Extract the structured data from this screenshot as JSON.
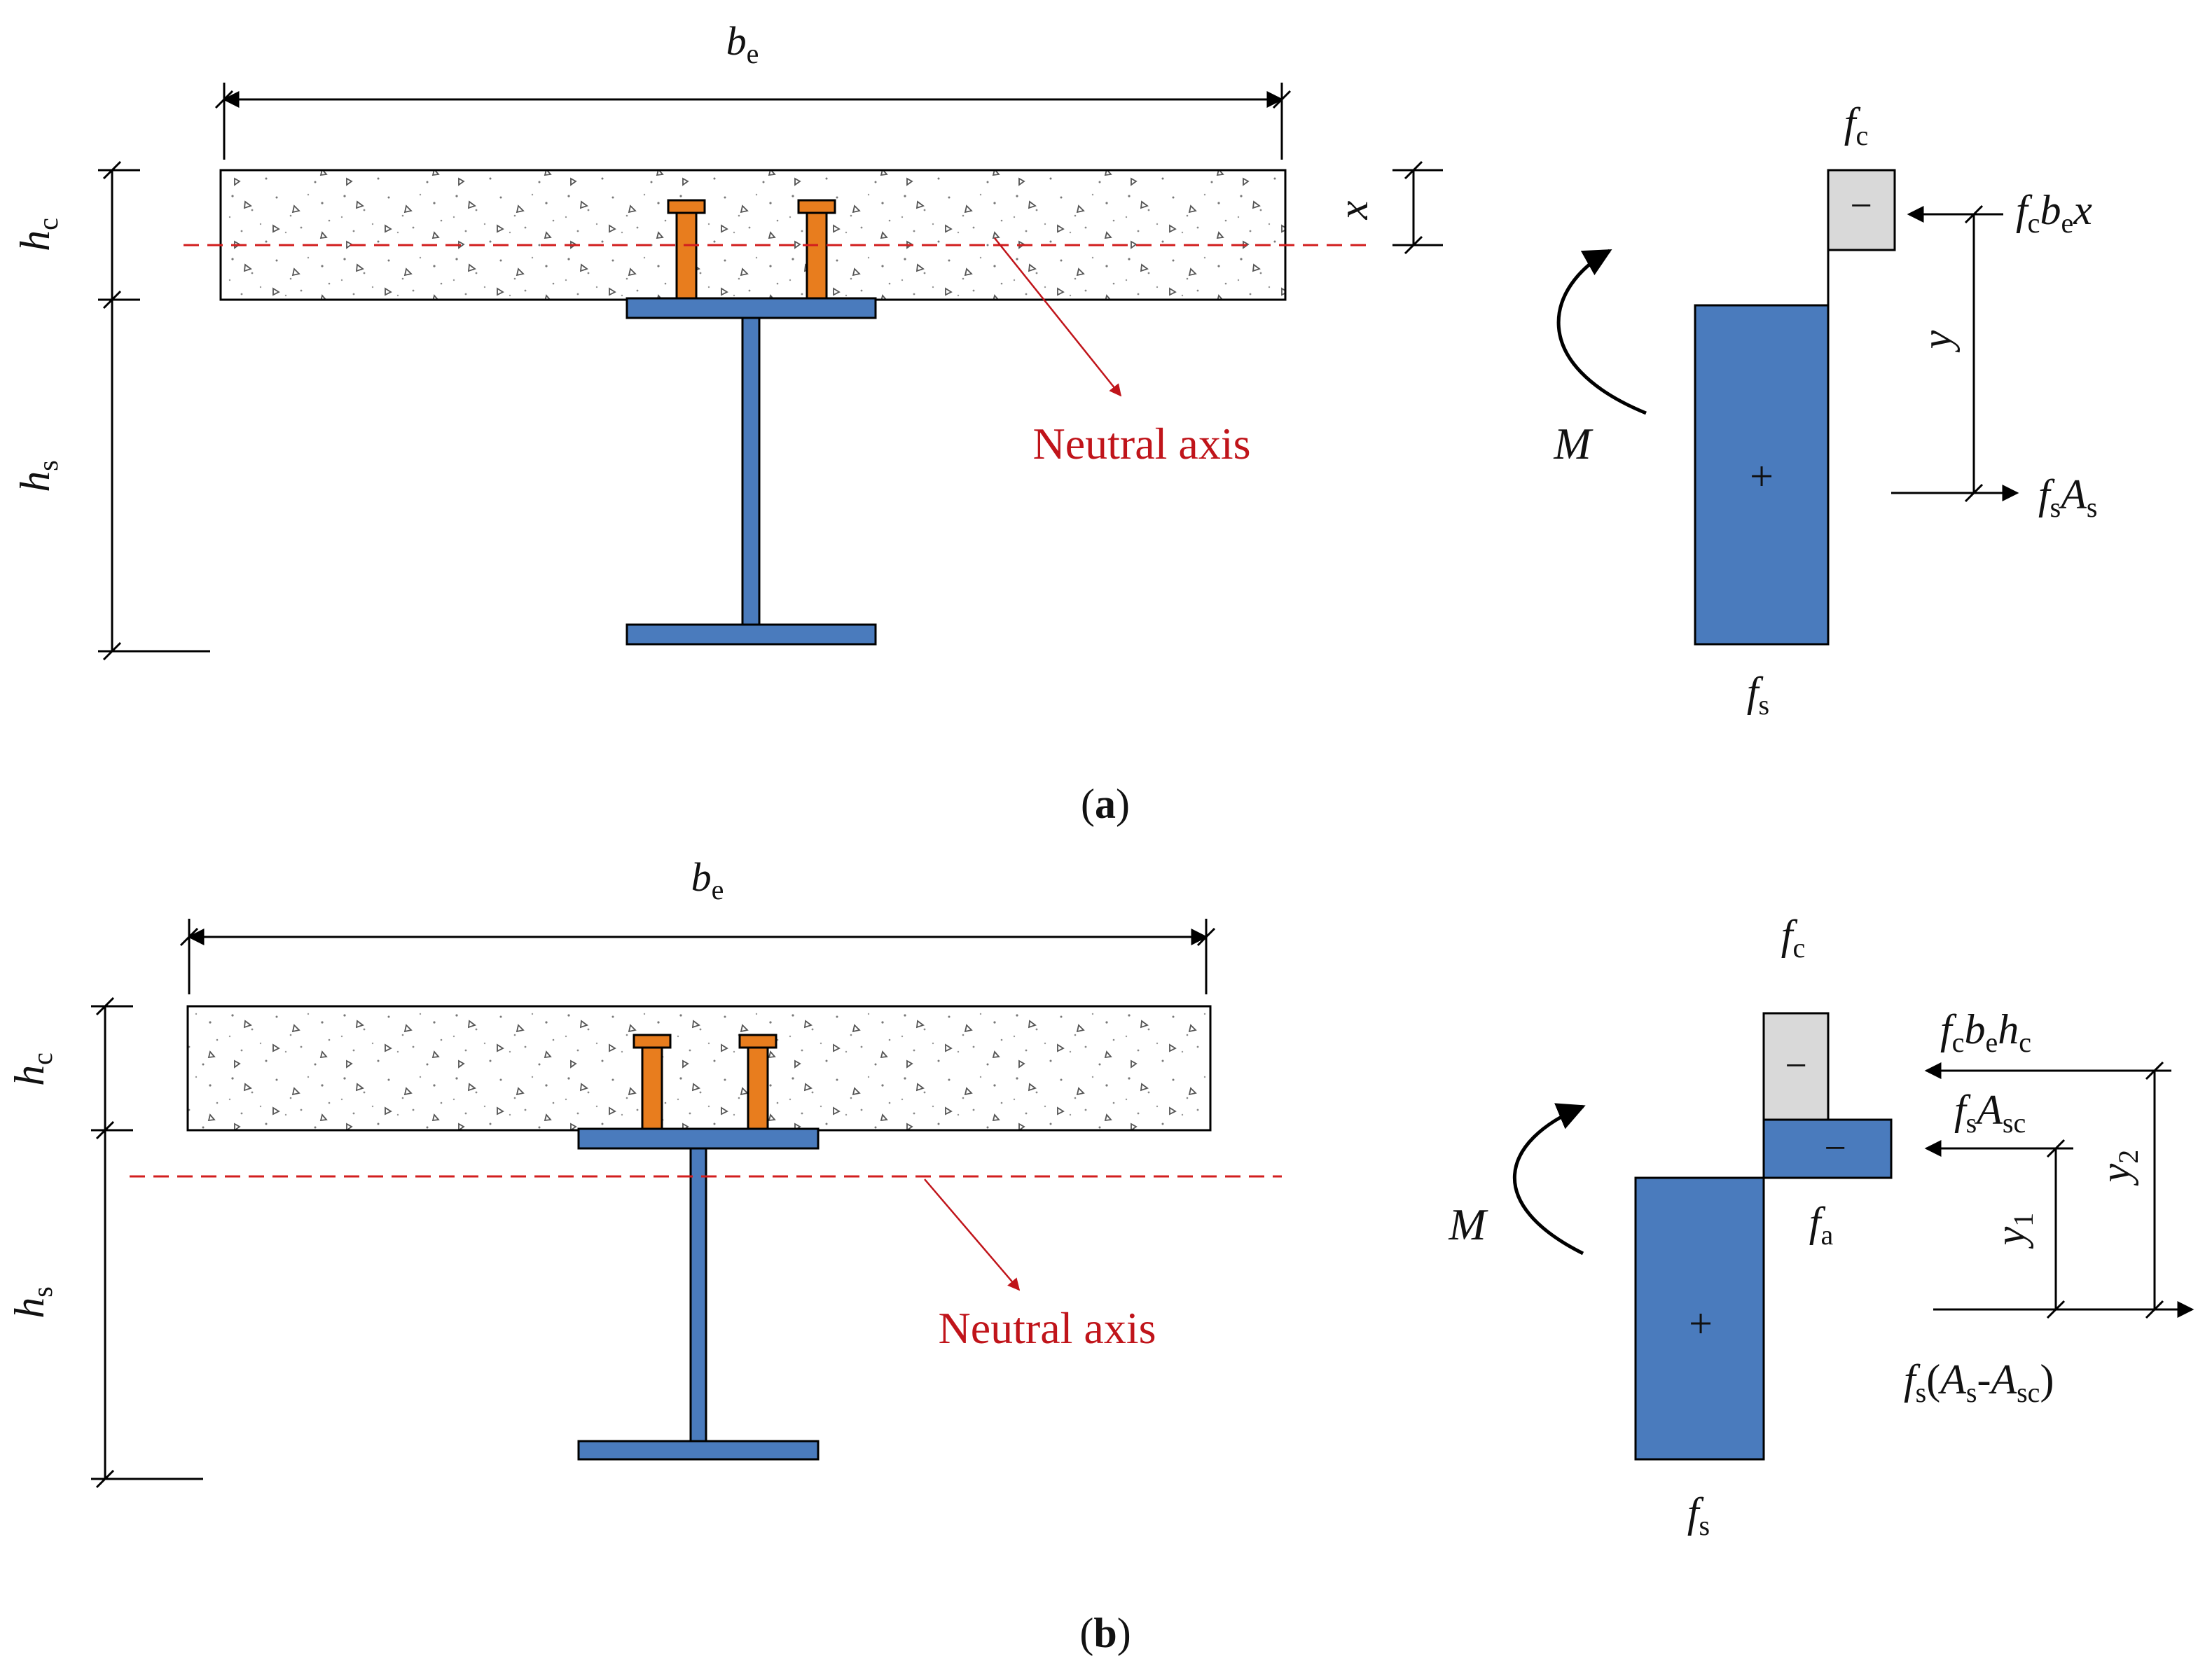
{
  "colors": {
    "steel": "#4a7bbd",
    "stud": "#e87d1e",
    "concrete_fill": "#ffffff",
    "neutral_axis": "#d21e1e",
    "compression_block": "#d9d9d9",
    "line": "#000000"
  },
  "panel_a": {
    "caption": "a",
    "width_label": {
      "main": "b",
      "sub": "e"
    },
    "slab_depth_label": {
      "main": "h",
      "sub": "c"
    },
    "steel_depth_label": {
      "main": "h",
      "sub": "s"
    },
    "x_label": "x",
    "neutral_axis_label": "Neutral axis",
    "stress_top_label": {
      "main": "f",
      "sub": "c"
    },
    "stress_bottom_label": {
      "main": "f",
      "sub": "s"
    },
    "compression_sign": "−",
    "tension_sign": "+",
    "moment_label": "M",
    "lever_arm_label": "y",
    "force_top": {
      "f": "f",
      "f_sub": "c",
      "b": "b",
      "b_sub": "e",
      "x": "x"
    },
    "force_bottom": {
      "f": "f",
      "f_sub": "s",
      "A": "A",
      "A_sub": "s"
    }
  },
  "panel_b": {
    "caption": "b",
    "width_label": {
      "main": "b",
      "sub": "e"
    },
    "slab_depth_label": {
      "main": "h",
      "sub": "c"
    },
    "steel_depth_label": {
      "main": "h",
      "sub": "s"
    },
    "neutral_axis_label": "Neutral axis",
    "stress_top_label": {
      "main": "f",
      "sub": "c"
    },
    "stress_flange_label": {
      "main": "f",
      "sub": "a"
    },
    "stress_bottom_label": {
      "main": "f",
      "sub": "s"
    },
    "compression_sign_top": "−",
    "compression_sign_flange": "−",
    "tension_sign": "+",
    "moment_label": "M",
    "lever_arm_1": {
      "main": "y",
      "sub": "1"
    },
    "lever_arm_2": {
      "main": "y",
      "sub": "2"
    },
    "force_top": {
      "f": "f",
      "f_sub": "c",
      "b": "b",
      "b_sub": "e",
      "h": "h",
      "h_sub": "c"
    },
    "force_mid": {
      "f": "f",
      "f_sub": "s",
      "A": "A",
      "A_sub": "sc"
    },
    "force_bottom": {
      "f": "f",
      "f_sub": "s",
      "open": "(",
      "A1": "A",
      "A1_sub": "s",
      "dash": "-",
      "A2": "A",
      "A2_sub": "sc",
      "close": ")"
    }
  }
}
